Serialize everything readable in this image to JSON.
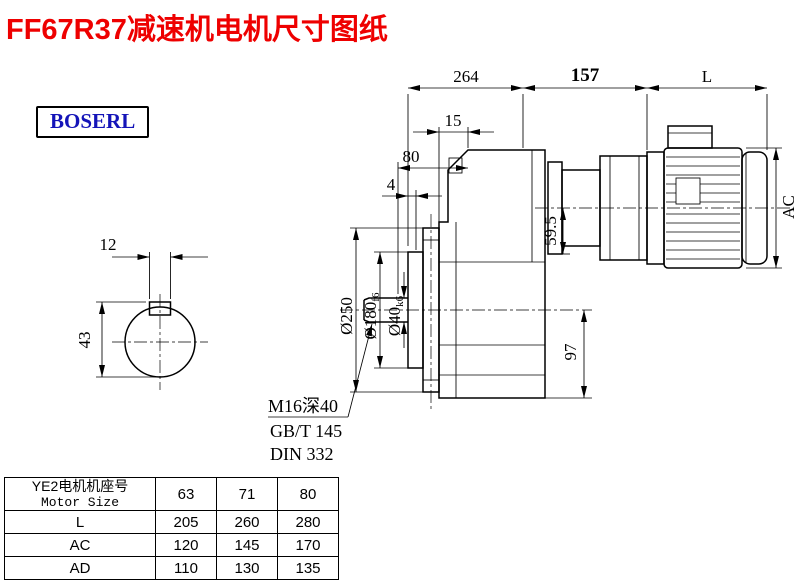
{
  "page": {
    "title": "FF67R37减速机电机尺寸图纸",
    "brand": "BOSERL"
  },
  "colors": {
    "title_red": "#ee0000",
    "brand_blue": "#1414b8",
    "ink": "#000000",
    "paper": "#ffffff"
  },
  "drawing": {
    "top_dims": {
      "gearbox_length": "264",
      "adapter_length": "157",
      "motor_length": "L"
    },
    "left_view": {
      "key_width": "12",
      "shaft_key_height": "43"
    },
    "detail_dims": {
      "d15": "15",
      "d80": "80",
      "d4": "4",
      "d59_5": "59.5",
      "d97": "97",
      "motor_height": "AC"
    },
    "diameters": {
      "flange": "Ø250",
      "spigot": "Ø180",
      "spigot_fit": "f6",
      "shaft": "Ø40",
      "shaft_fit": "k6"
    },
    "notes": {
      "tap": "M16深40",
      "std1": "GB/T 145",
      "std2": "DIN 332"
    }
  },
  "table": {
    "header_cn": "YE2电机机座号",
    "header_en": "Motor Size",
    "frame_sizes": [
      "63",
      "71",
      "80"
    ],
    "rows": [
      {
        "label": "L",
        "values": [
          "205",
          "260",
          "280"
        ]
      },
      {
        "label": "AC",
        "values": [
          "120",
          "145",
          "170"
        ]
      },
      {
        "label": "AD",
        "values": [
          "110",
          "130",
          "135"
        ]
      }
    ]
  }
}
